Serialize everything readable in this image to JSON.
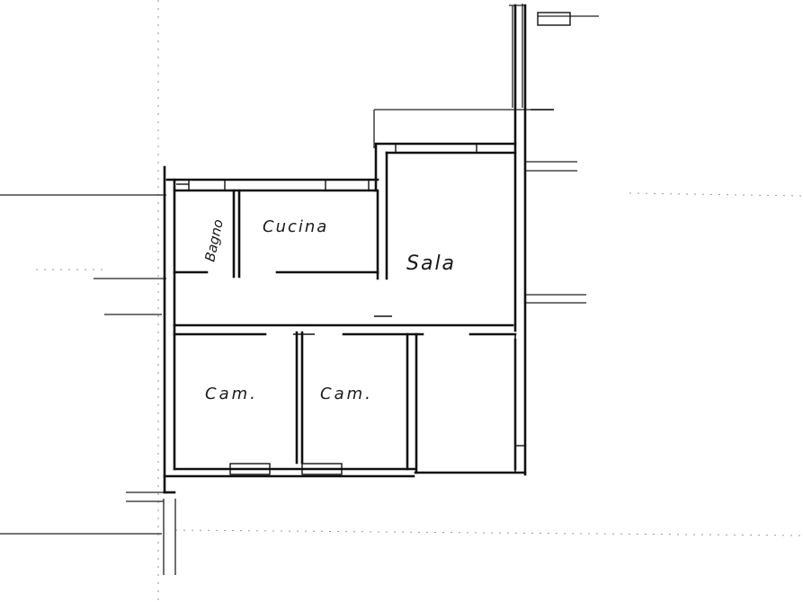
{
  "rooms": {
    "bagno": "Bagno",
    "cucina": "Cucina",
    "sala": "Sala",
    "camera_left": "Cam.",
    "camera_right": "Cam."
  }
}
